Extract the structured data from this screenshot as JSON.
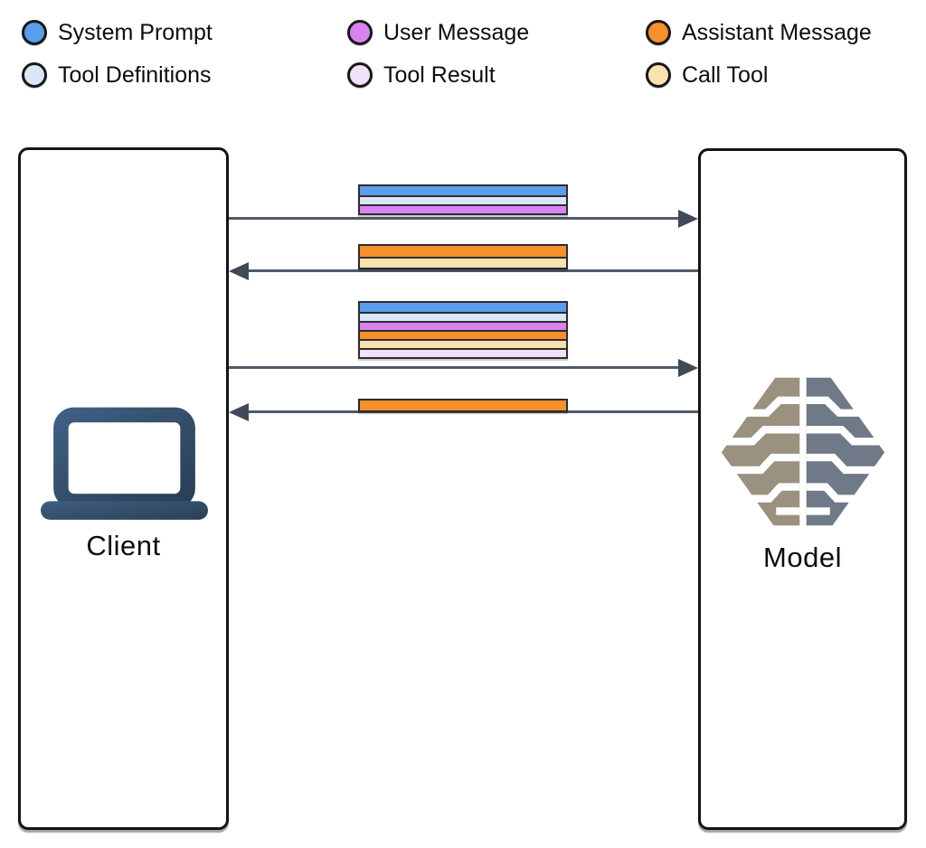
{
  "legend": {
    "items": [
      {
        "key": "system_prompt",
        "label": "System Prompt",
        "color": "#5b9ceb"
      },
      {
        "key": "tool_definitions",
        "label": "Tool Definitions",
        "color": "#d9e6f8"
      },
      {
        "key": "user_message",
        "label": "User Message",
        "color": "#d983f0"
      },
      {
        "key": "tool_result",
        "label": "Tool Result",
        "color": "#f3e1fa"
      },
      {
        "key": "assistant_message",
        "label": "Assistant Message",
        "color": "#f5902c"
      },
      {
        "key": "call_tool",
        "label": "Call Tool",
        "color": "#f8e2ae"
      }
    ]
  },
  "nodes": {
    "client": {
      "label": "Client",
      "icon": "laptop-icon"
    },
    "model": {
      "label": "Model",
      "icon": "brain-icon"
    }
  },
  "flows": [
    {
      "from": "client",
      "to": "model",
      "messages": [
        "system_prompt",
        "tool_definitions",
        "user_message"
      ]
    },
    {
      "from": "model",
      "to": "client",
      "messages": [
        "assistant_message",
        "call_tool"
      ]
    },
    {
      "from": "client",
      "to": "model",
      "messages": [
        "system_prompt",
        "tool_definitions",
        "user_message",
        "assistant_message",
        "call_tool",
        "tool_result"
      ]
    },
    {
      "from": "model",
      "to": "client",
      "messages": [
        "assistant_message"
      ]
    }
  ],
  "colors": {
    "arrow_line": "#505a68",
    "arrow_head": "#3f4957",
    "bar_border": "#2d2d2d",
    "box_border": "#141414",
    "laptop_light": "#3f5e82",
    "laptop_dark": "#2a3f55",
    "brain_left": "#9a9180",
    "brain_right": "#6f7988"
  }
}
